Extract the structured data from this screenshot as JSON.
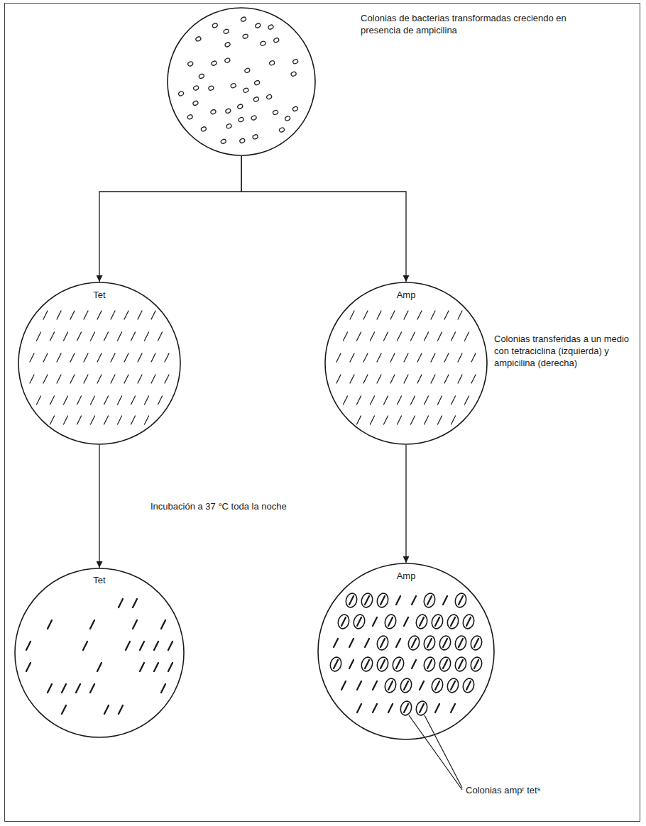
{
  "diagram": {
    "nodes": [
      {
        "text": [
          "Colonias de bacterias transformadas creciendo en presencia de ampicilina"
        ]
      },
      {
        "text": [
          "Tet"
        ]
      },
      {
        "text": [
          "Amp",
          "Colonias transferidas a un medio con tetraciclina (izquierda) y ampicilina (derecha)"
        ]
      },
      {
        "text": [
          "Tet"
        ]
      },
      {
        "text": [
          "Amp"
        ]
      }
    ],
    "edges": [
      {
        "from": 0,
        "to": 1,
        "arrow": "to"
      },
      {
        "from": 0,
        "to": 2,
        "arrow": "to"
      },
      {
        "from": 1,
        "to": 3,
        "arrow": "to"
      },
      {
        "from": 2,
        "to": 4,
        "arrow": "to"
      }
    ],
    "labels": [
      "Incubación a 37 °C toda la noche",
      "Colonias ampʳ tetˢ"
    ]
  }
}
